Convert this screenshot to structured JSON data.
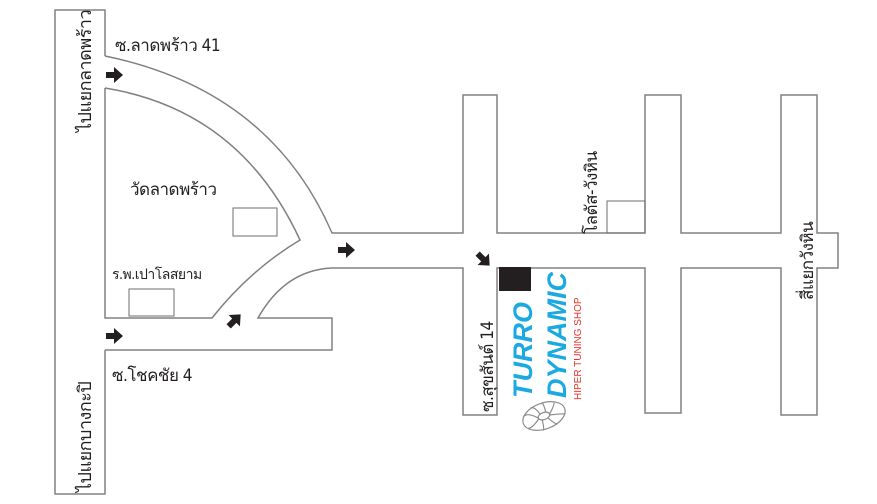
{
  "labels": {
    "to_ladprao_junction": "ไปแยกลาดพร้าว",
    "to_bangkapi_junction": "ไปแยกบางกะปิ",
    "soi_ladprao_41": "ซ.ลาดพร้าว 41",
    "wat_ladprao": "วัดลาดพร้าว",
    "paolo_hospital": "ร.พ.เปาโลสยาม",
    "soi_chokchai_4": "ซ.โชคชัย 4",
    "soi_suksan_14": "ซ.สุขสันต์ 14",
    "lotus_wanghin": "โลตัส-วังหิน",
    "wanghin_intersection": "สี่แยกวังหิน"
  },
  "brand": {
    "line1": "TURRO",
    "line2": "DYNAMIC",
    "tagline": "HIPER TUNING SHOP",
    "primary_color": "#1ba9e1",
    "tagline_color": "#e8312a"
  }
}
